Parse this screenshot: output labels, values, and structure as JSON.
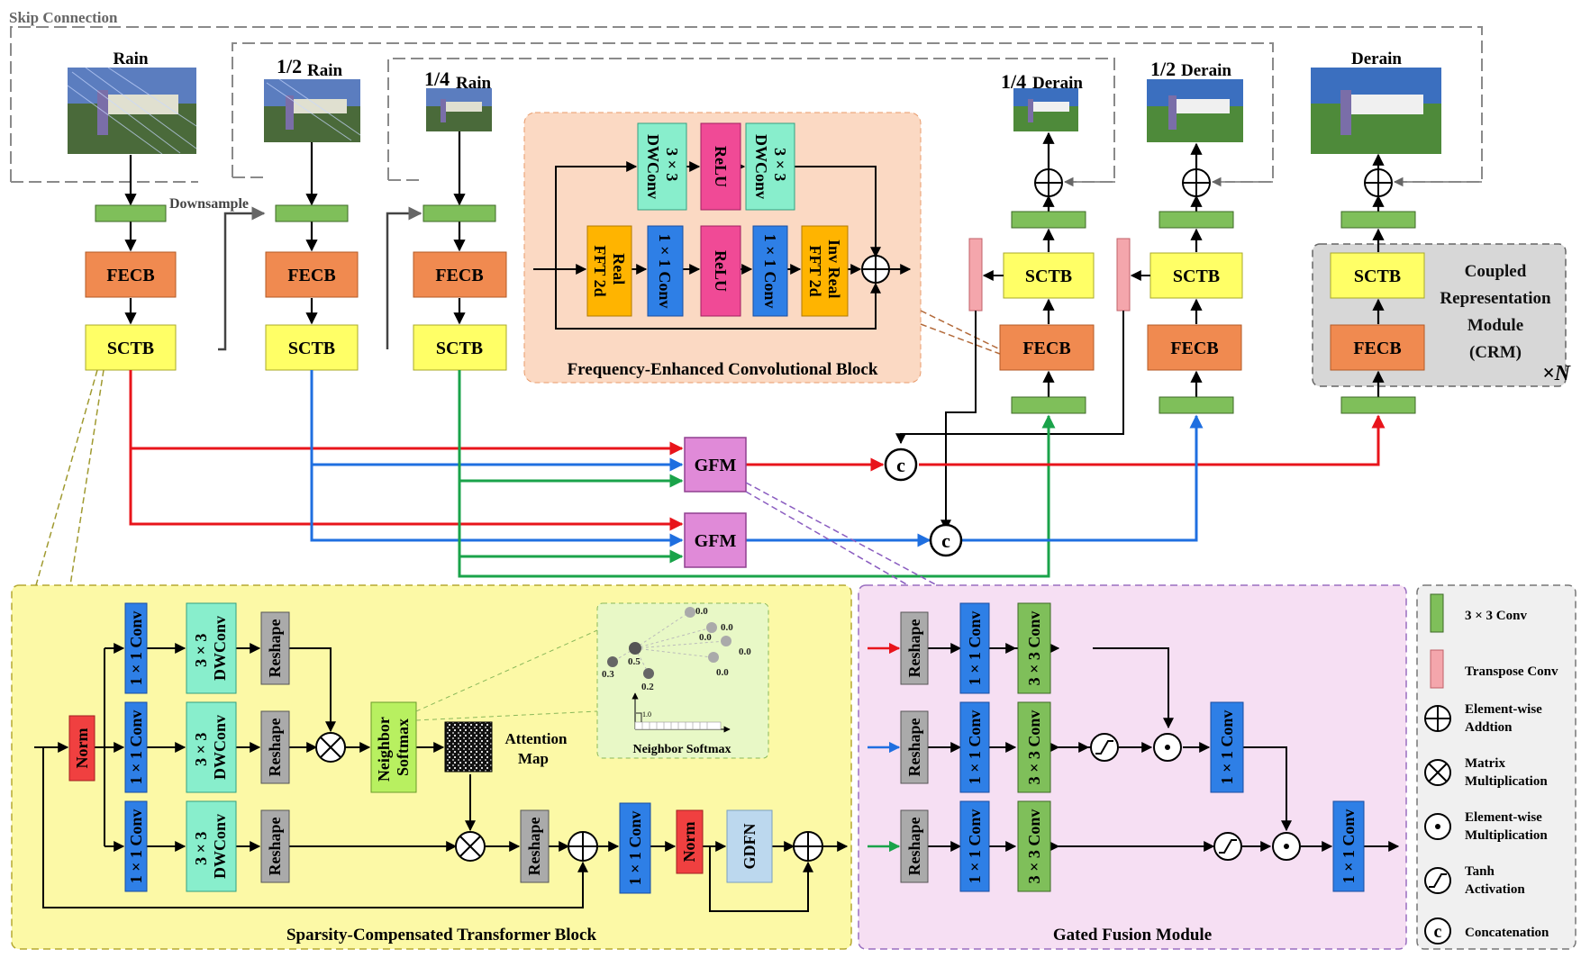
{
  "colors": {
    "red": "#e8141b",
    "blue": "#1f6fe0",
    "green": "#1aa34a",
    "conv_green": "#7fbf5a",
    "fecb": "#f08a50",
    "sctb": "#ffff66",
    "gfm": "#e08ad8",
    "blue_conv": "#2e7fe6",
    "dwconv": "#88eecc",
    "relu": "#f04a96",
    "fft": "#ffb400",
    "reshape": "#aaaaaa",
    "norm": "#f04040",
    "softmax": "#b8f060",
    "gdfn": "#bcd8ee",
    "transpose": "#f4a6ac"
  },
  "labels": {
    "skip_connection": "Skip Connection",
    "downsample": "Downsample",
    "rain": "Rain",
    "half_rain": "Rain",
    "quarter_rain": "Rain",
    "quarter_derain": "Derain",
    "half_derain": "Derain",
    "derain": "Derain",
    "half_frac": "1/2",
    "quarter_frac": "1/4",
    "fecb": "FECB",
    "sctb": "SCTB",
    "gfm": "GFM",
    "crm_line1": "Coupled",
    "crm_line2": "Representation",
    "crm_line3": "Module",
    "crm_line4": "(CRM)",
    "times_n": "×N",
    "fecb_title": "Frequency-Enhanced Convolutional Block",
    "sctb_title": "Sparsity-Compensated Transformer Block",
    "gfm_title": "Gated  Fusion Module",
    "dwconv_3x3_a": "3 × 3",
    "dwconv_3x3_b": "DWConv",
    "relu": "ReLU",
    "conv1x1": "1 × 1 Conv",
    "conv3x3": "3 × 3 Conv",
    "real_fft_a": "Real",
    "real_fft_b": "FFT 2d",
    "inv_fft_a": "Inv Real",
    "inv_fft_b": "FFT 2d",
    "reshape": "Reshape",
    "norm": "Norm",
    "neighbor_a": "Neighbor",
    "neighbor_b": "Softmax",
    "attention_a": "Attention",
    "attention_b": "Map",
    "gdfn": "GDFN",
    "neighbor_softmax_caption": "Neighbor Softmax",
    "nodes": [
      "0.0",
      "0.0",
      "0.0",
      "0.0",
      "0.0",
      "0.5",
      "0.3",
      "0.2"
    ],
    "axis_one": "1.0"
  },
  "legend": [
    {
      "key": "conv3x3",
      "label1": "3 × 3 Conv",
      "label2": ""
    },
    {
      "key": "transpose",
      "label1": "Transpose Conv",
      "label2": ""
    },
    {
      "key": "add",
      "label1": "Element-wise",
      "label2": "Addtion"
    },
    {
      "key": "matmul",
      "label1": "Matrix",
      "label2": "Multiplication"
    },
    {
      "key": "elemmul",
      "label1": "Element-wise",
      "label2": "Multiplication"
    },
    {
      "key": "tanh",
      "label1": "Tanh",
      "label2": "Activation"
    },
    {
      "key": "concat",
      "label1": "Concatenation",
      "label2": ""
    }
  ]
}
